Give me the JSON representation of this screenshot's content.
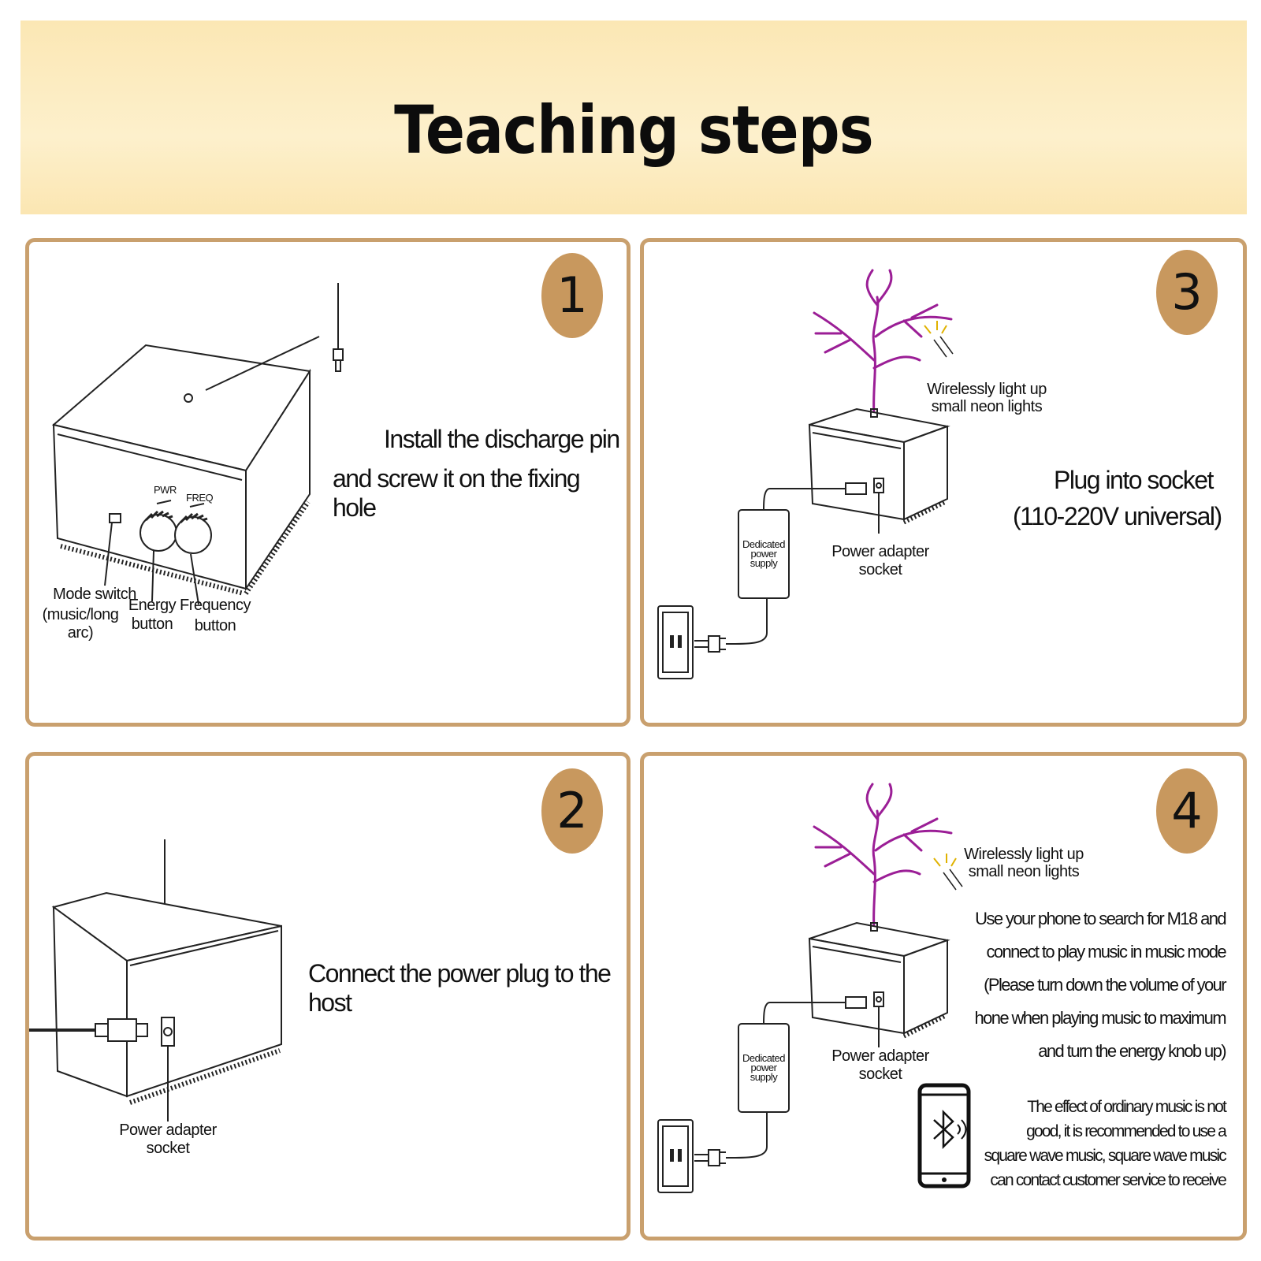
{
  "title": "Teaching steps",
  "colors": {
    "accent_border": "#c9a06e",
    "badge": "#c8985e",
    "header_bg": "#fbe7b4",
    "arc": "#9b1e96"
  },
  "steps": {
    "s1": {
      "number": "1",
      "line1": "Install the discharge pin",
      "line2": "and screw it on the fixing hole",
      "pwr_label": "PWR",
      "freq_label": "FREQ",
      "mode_switch_line1": "Mode switch",
      "mode_switch_line2": "(music/long arc)",
      "energy_line1": "Energy",
      "energy_line2": "button",
      "frequency_line1": "Frequency",
      "frequency_line2": "button"
    },
    "s2": {
      "number": "2",
      "text": "Connect the power plug to the host",
      "socket_label": "Power adapter socket"
    },
    "s3": {
      "number": "3",
      "line1": "Plug into socket",
      "line2": "(110-220V universal)",
      "neon_line1": "Wirelessly light up",
      "neon_line2": "small neon lights",
      "socket_label": "Power adapter socket",
      "supply_line1": "Dedicated",
      "supply_line2": "power",
      "supply_line3": "supply"
    },
    "s4": {
      "number": "4",
      "neon_line1": "Wirelessly light up",
      "neon_line2": "small neon lights",
      "socket_label": "Power adapter socket",
      "supply_line1": "Dedicated",
      "supply_line2": "power",
      "supply_line3": "supply",
      "para1": [
        "Use your phone to search for M18 and",
        "connect to play music in music mode",
        "(Please turn down the volume of your",
        "hone when playing music to maximum",
        "and turn the energy knob up)"
      ],
      "para2": [
        "The effect of ordinary music is not",
        "good, it is recommended to use a",
        "square wave music, square wave music",
        "can contact customer service to receive"
      ]
    }
  }
}
